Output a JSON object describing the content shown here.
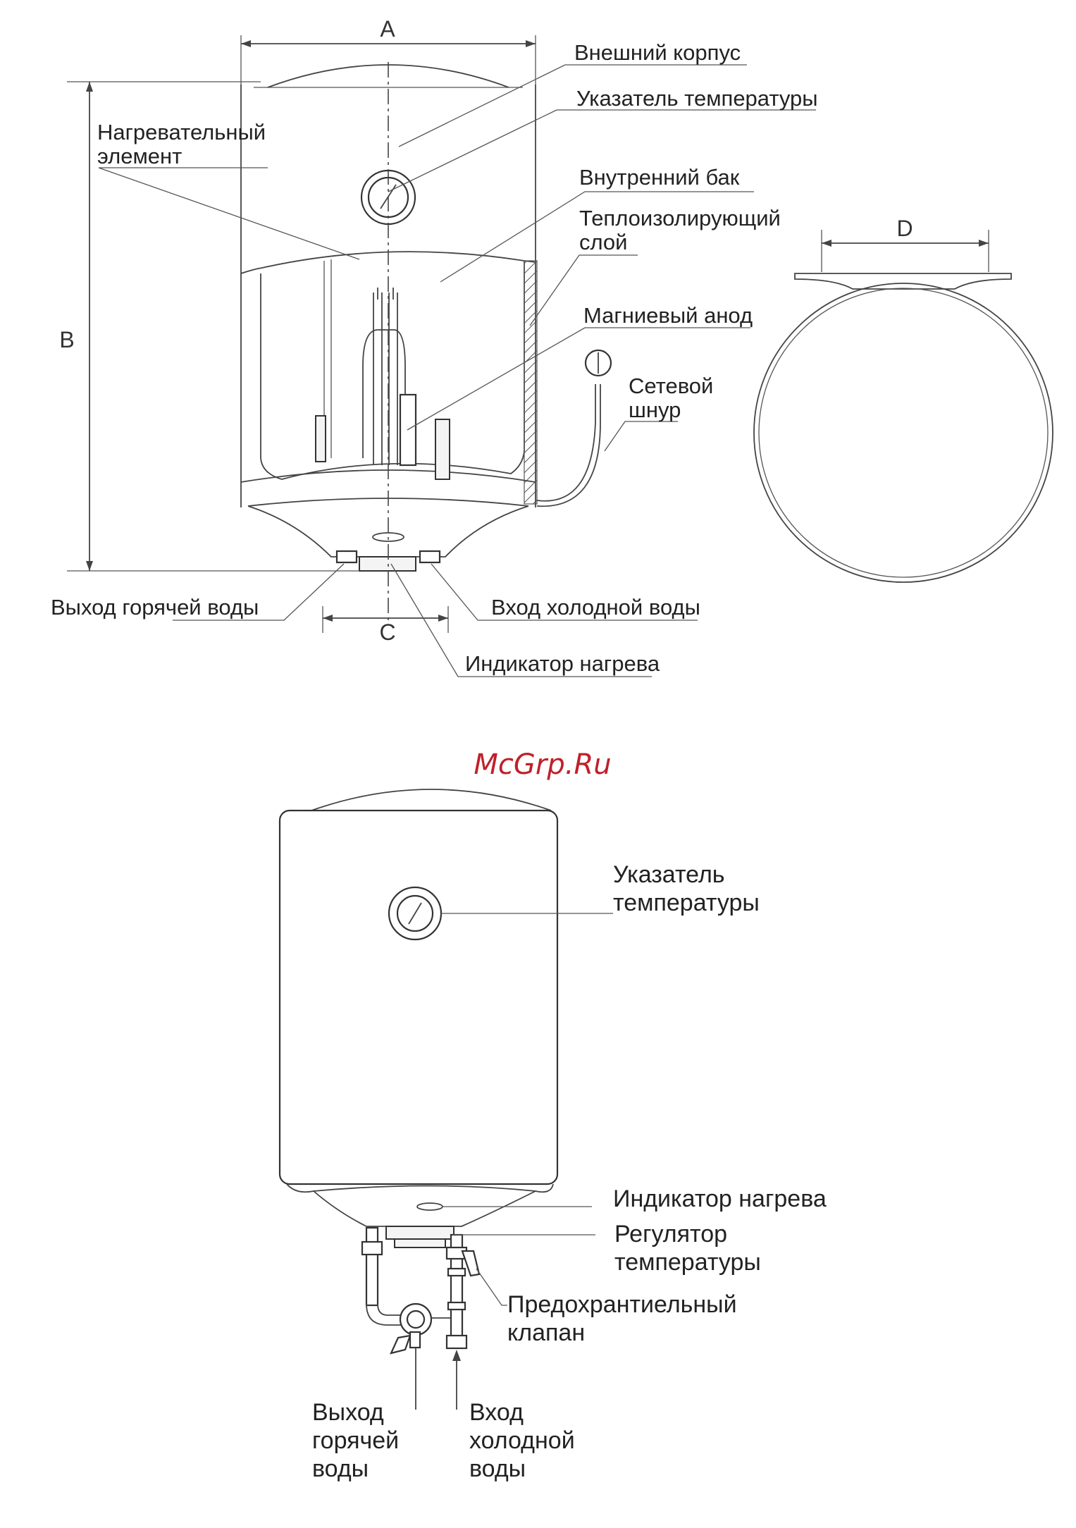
{
  "watermark": {
    "text": "McGrp.Ru",
    "color": "#c0202a"
  },
  "top_diagram": {
    "dimensions": {
      "a": "A",
      "b": "B",
      "c": "C",
      "d": "D"
    },
    "labels": {
      "outer_casing": "Внешний корпус",
      "temperature_gauge": "Указатель температуры",
      "heating_element_line1": "Нагревательный",
      "heating_element_line2": "элемент",
      "inner_tank": "Внутренний бак",
      "insulation_line1": "Теплоизолирующий",
      "insulation_line2": "слой",
      "magnesium_anode": "Магниевый анод",
      "power_cord_line1": "Сетевой",
      "power_cord_line2": "шнур",
      "hot_water_outlet": "Выход горячей воды",
      "cold_water_inlet": "Вход холодной воды",
      "heating_indicator": "Индикатор нагрева"
    }
  },
  "bottom_diagram": {
    "labels": {
      "temperature_gauge_line1": "Указатель",
      "temperature_gauge_line2": "температуры",
      "heating_indicator": "Индикатор нагрева",
      "thermostat_line1": "Регулятор",
      "thermostat_line2": "температуры",
      "safety_valve_line1": "Предохрантиельный",
      "safety_valve_line2": "клапан",
      "hot_water_outlet_line1": "Выход",
      "hot_water_outlet_line2": "горячей",
      "hot_water_outlet_line3": "воды",
      "cold_water_inlet_line1": "Вход",
      "cold_water_inlet_line2": "холодной",
      "cold_water_inlet_line3": "воды"
    }
  }
}
